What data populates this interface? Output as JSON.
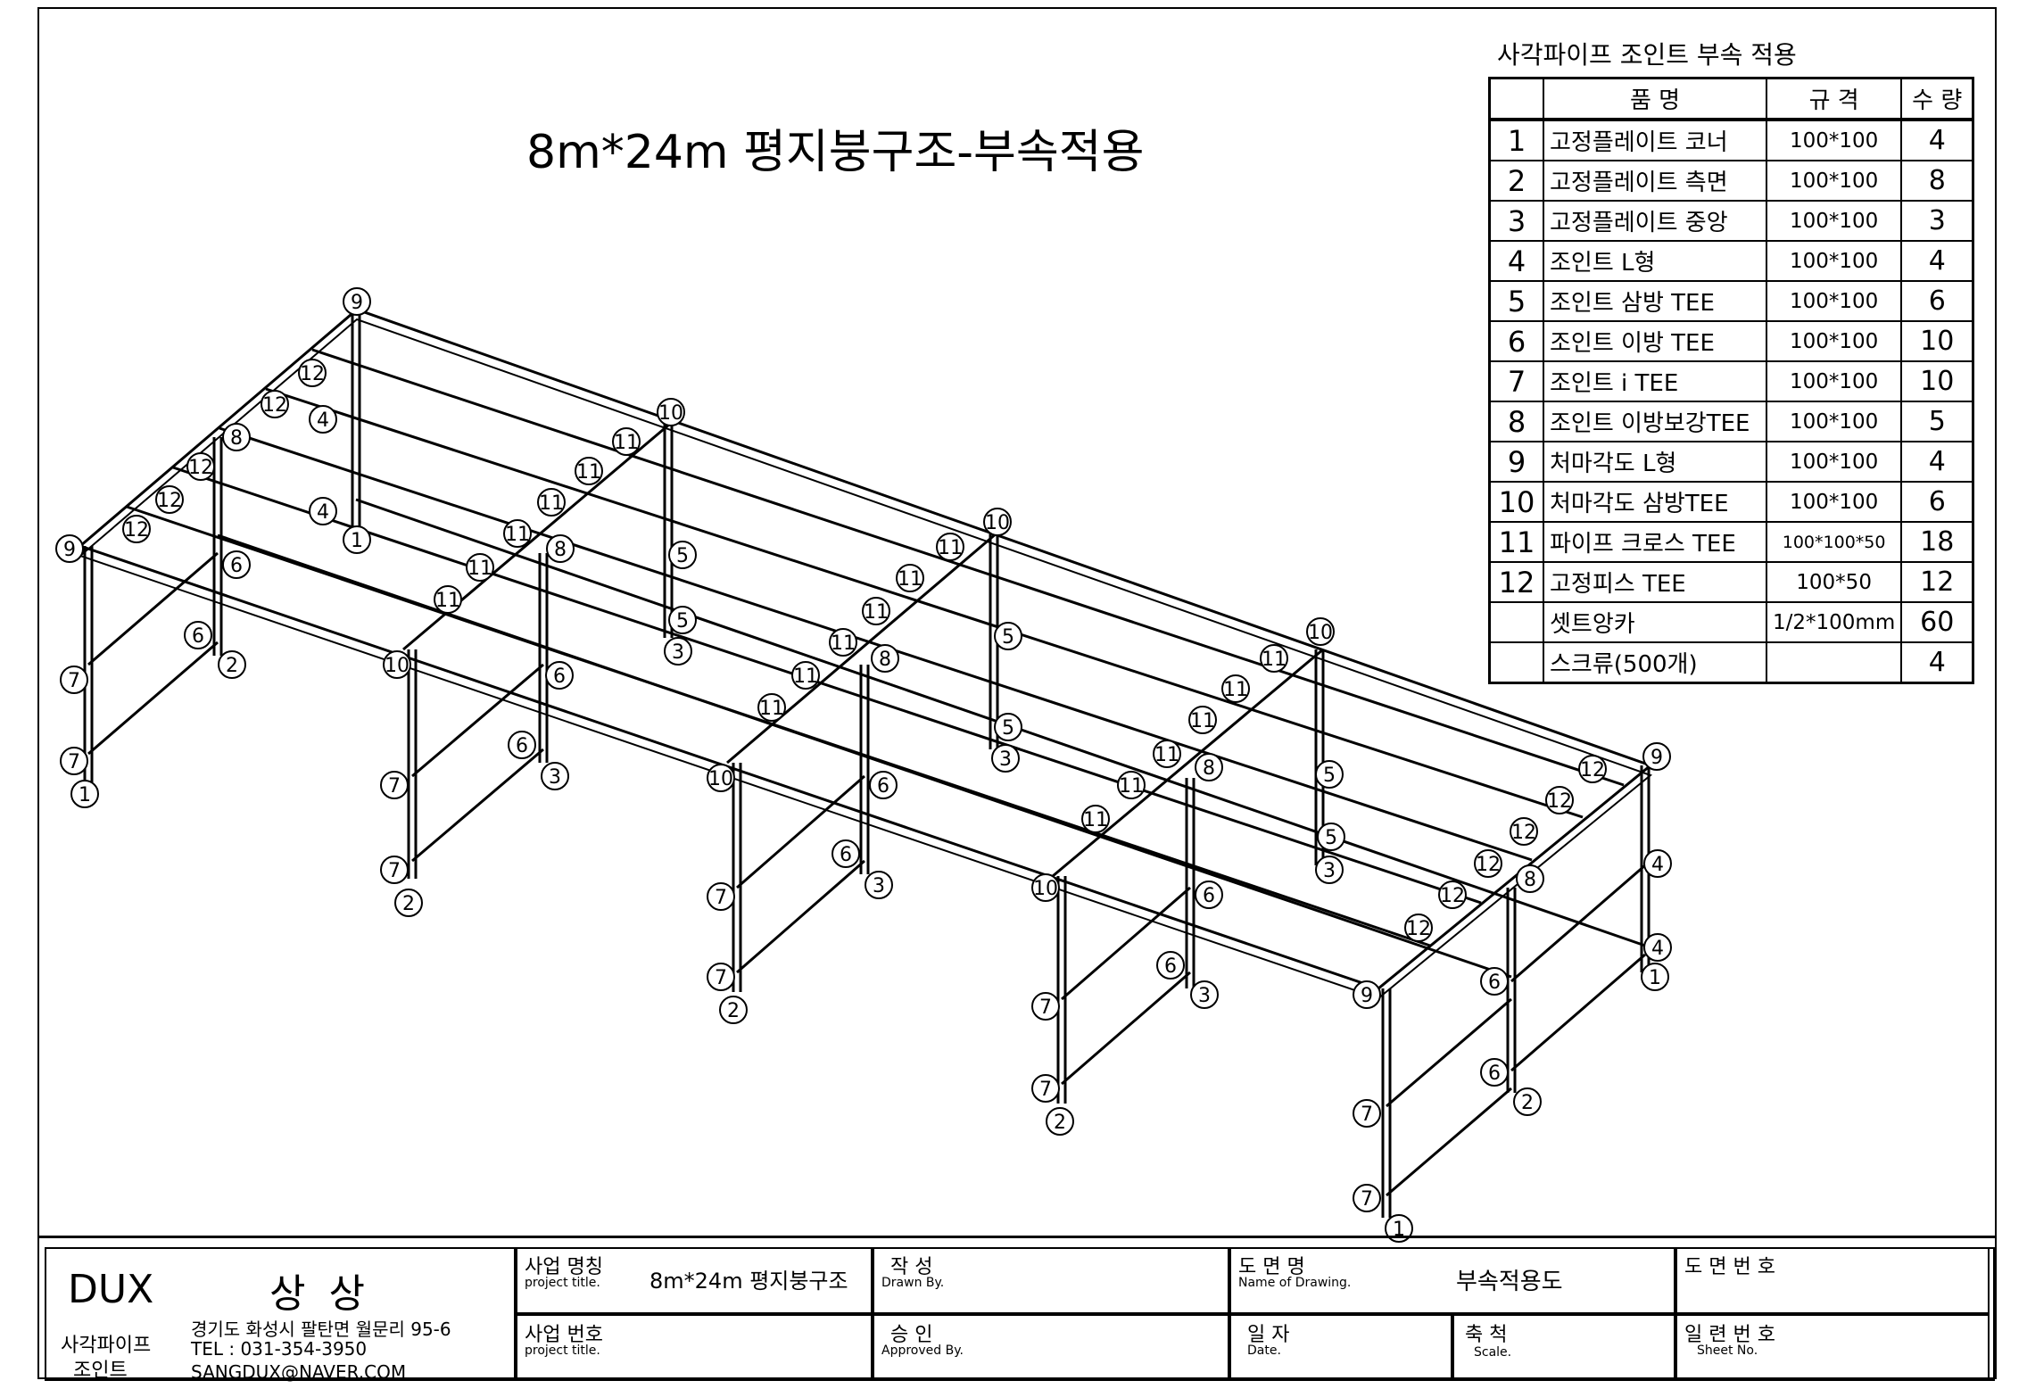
{
  "drawing_title": "8m*24m 평지붕구조-부속적용",
  "bom": {
    "caption": "사각파이프 조인트 부속 적용",
    "headers": {
      "name": "품        명",
      "spec": "규   격",
      "qty": "수  량"
    },
    "rows": [
      {
        "no": "1",
        "name": "고정플레이트 코너",
        "spec": "100*100",
        "qty": "4"
      },
      {
        "no": "2",
        "name": "고정플레이트 측면",
        "spec": "100*100",
        "qty": "8"
      },
      {
        "no": "3",
        "name": "고정플레이트 중앙",
        "spec": "100*100",
        "qty": "3"
      },
      {
        "no": "4",
        "name": "조인트 L형",
        "spec": "100*100",
        "qty": "4"
      },
      {
        "no": "5",
        "name": "조인트 삼방 TEE",
        "spec": "100*100",
        "qty": "6"
      },
      {
        "no": "6",
        "name": "조인트 이방 TEE",
        "spec": "100*100",
        "qty": "10"
      },
      {
        "no": "7",
        "name": "조인트 i TEE",
        "spec": "100*100",
        "qty": "10"
      },
      {
        "no": "8",
        "name": "조인트 이방보강TEE",
        "spec": "100*100",
        "qty": "5"
      },
      {
        "no": "9",
        "name": "처마각도 L형",
        "spec": "100*100",
        "qty": "4"
      },
      {
        "no": "10",
        "name": "처마각도 삼방TEE",
        "spec": "100*100",
        "qty": "6"
      },
      {
        "no": "11",
        "name": "파이프 크로스 TEE",
        "spec": "100*100*50",
        "qty": "18"
      },
      {
        "no": "12",
        "name": "고정피스 TEE",
        "spec": "100*50",
        "qty": "12"
      },
      {
        "no": "",
        "name": "셋트앙카",
        "spec": "1/2*100mm",
        "qty": "60"
      },
      {
        "no": "",
        "name": "스크류(500개)",
        "spec": "",
        "qty": "4"
      }
    ]
  },
  "callouts": {
    "n1": "1",
    "n2": "2",
    "n3": "3",
    "n4": "4",
    "n5": "5",
    "n6": "6",
    "n7": "7",
    "n8": "8",
    "n9": "9",
    "n10": "10",
    "n11": "11",
    "n12": "12"
  },
  "title_block": {
    "company": "DUX",
    "company_sub1": "사각파이프",
    "company_sub2": "조인트",
    "company_name": "상 상",
    "address": "경기도 화성시 팔탄면 월문리 95-6",
    "tel": "TEL : 031-354-3950",
    "email": "SANGDUX@NAVER.COM",
    "project_name_label": "사업 명칭",
    "project_name_sub": "project title.",
    "project_name_value": "8m*24m 평지붕구조",
    "project_no_label": "사업 번호",
    "project_no_sub": "project title.",
    "drawn_label": "작   성",
    "drawn_sub": "Drawn By.",
    "approved_label": "승   인",
    "approved_sub": "Approved By.",
    "drawing_name_label": "도  면  명",
    "drawing_name_sub": "Name of Drawing.",
    "drawing_name_value": "부속적용도",
    "date_label": "일  자",
    "date_sub": "Date.",
    "scale_label": "축  척",
    "scale_sub": "Scale.",
    "drawing_no_label": "도 면 번 호",
    "sheet_no_label": "일 련 번 호",
    "sheet_no_sub": "Sheet No."
  }
}
